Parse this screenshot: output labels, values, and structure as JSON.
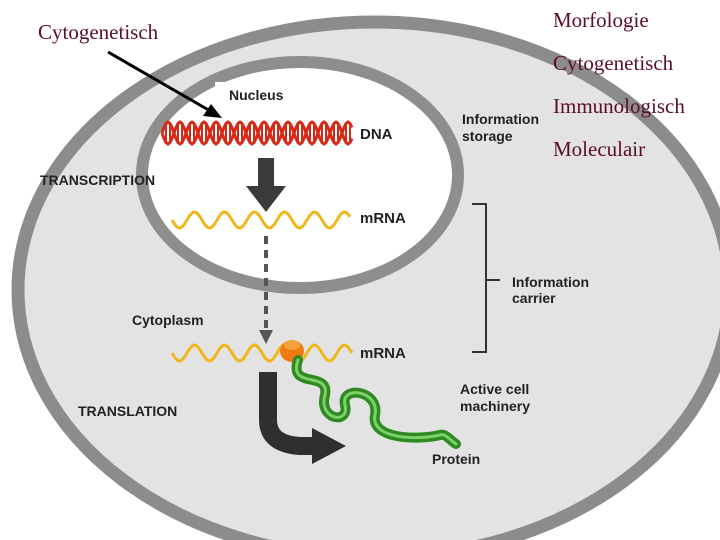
{
  "slide": {
    "pointer_label": "Cytogenetisch",
    "list": [
      "Morfologie",
      "Cytogenetisch",
      "Immunologisch",
      "Moleculair"
    ],
    "text_color": "#5a0f24"
  },
  "diagram": {
    "nucleus": "Nucleus",
    "dna": "DNA",
    "information_storage": [
      "Information",
      "storage"
    ],
    "transcription": "TRANSCRIPTION",
    "mrna_nuclear": "mRNA",
    "information_carrier": [
      "Information",
      "carrier"
    ],
    "cytoplasm": "Cytoplasm",
    "mrna_cytoplasm": "mRNA",
    "active_cell_machinery": [
      "Active cell",
      "machinery"
    ],
    "translation": "TRANSLATION",
    "protein": "Protein",
    "colors": {
      "dna": "#d42a18",
      "mrna": "#f0b71a",
      "protein": "#3a9b2c",
      "ribosome": "#f07a10",
      "membrane": "#8a8a8a",
      "cytoplasm_fill": "#e2e2e2"
    }
  }
}
